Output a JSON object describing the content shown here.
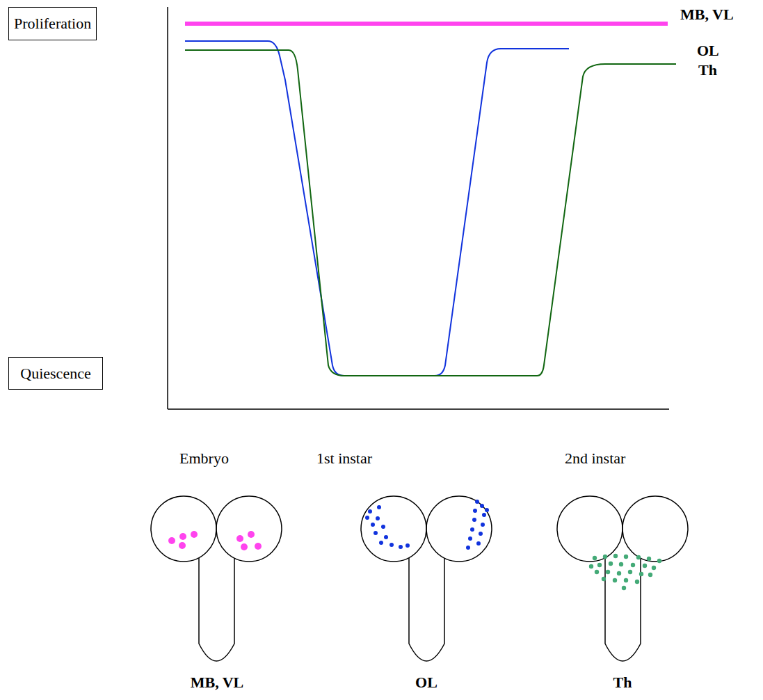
{
  "diagram": {
    "nodes": [
      {
        "text": [
          "Proliferation"
        ]
      },
      {
        "text": [
          "Quiescence"
        ]
      }
    ],
    "labels": [
      "MB, VL",
      "OL",
      "Th",
      "Embryo",
      "1st instar",
      "2nd instar",
      "MB, VL",
      "OL",
      "Th"
    ]
  }
}
